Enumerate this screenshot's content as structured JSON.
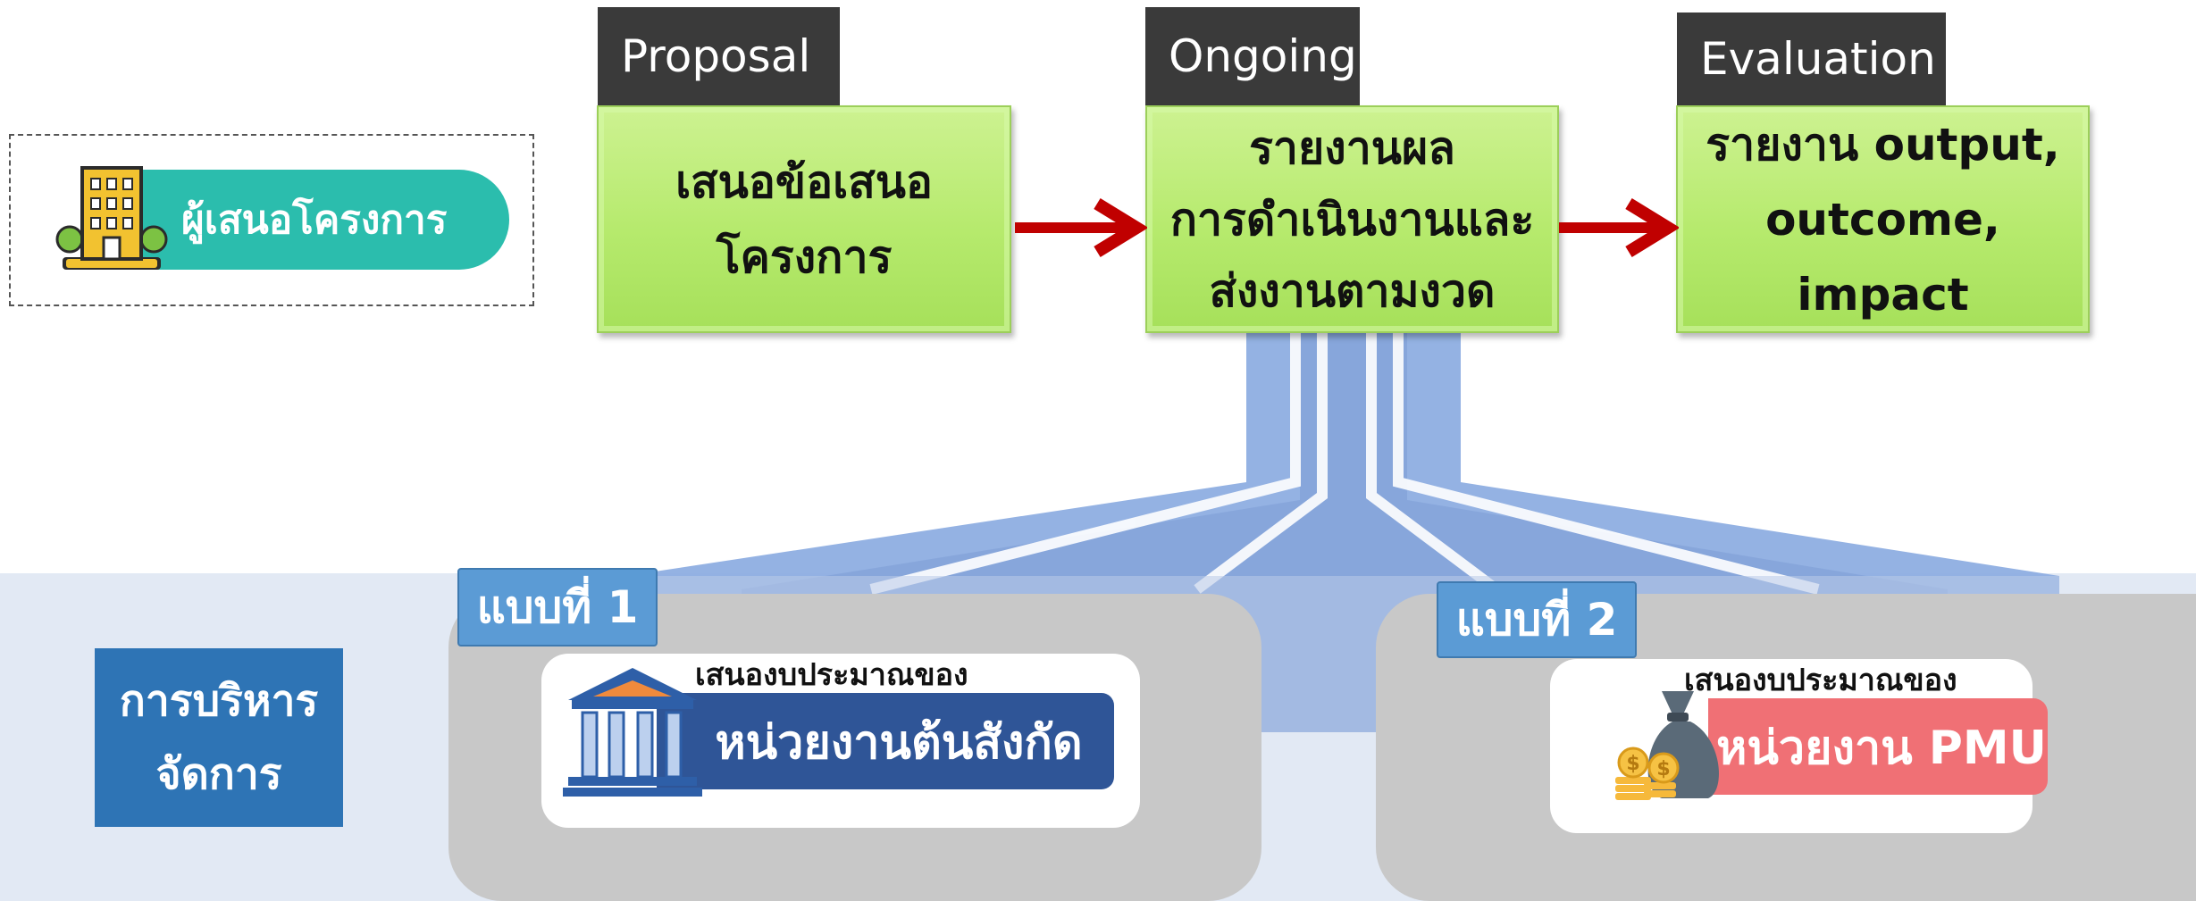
{
  "stages": [
    {
      "tag": "Proposal",
      "lines": [
        "เสนอข้อเสนอ",
        "โครงการ"
      ]
    },
    {
      "tag": "Ongoing",
      "lines": [
        "รายงานผล",
        "การดำเนินงานและ",
        "ส่งงานตามงวด"
      ]
    },
    {
      "tag": "Evaluation",
      "lines": [
        "รายงาน output,",
        "outcome, impact"
      ]
    }
  ],
  "proposer": {
    "label": "ผู้เสนอโครงการ"
  },
  "management": {
    "lines": [
      "การบริหาร",
      "จัดการ"
    ]
  },
  "options": [
    {
      "tag": "แบบที่ 1",
      "caption": "เสนองบประมาณของ",
      "unit": "หน่วยงานต้นสังกัด"
    },
    {
      "tag": "แบบที่ 2",
      "caption": "เสนองบประมาณของ",
      "unit": "หน่วยงาน PMU"
    }
  ],
  "colors": {
    "stage_green": "#b6ea6d",
    "tag_dark": "#3a3a3a",
    "arrow_red": "#c00000",
    "proposer_teal": "#2bbdad",
    "management_blue": "#2e74b5",
    "option_tag_blue": "#5b9bd5",
    "unit1_navy": "#2f5597",
    "unit2_pink": "#f07075",
    "panel_gray": "#c8c8c8",
    "band": "#e2e9f4"
  },
  "icons": [
    "building-icon",
    "arrow-right-icon",
    "government-building-icon",
    "money-bag-icon"
  ]
}
